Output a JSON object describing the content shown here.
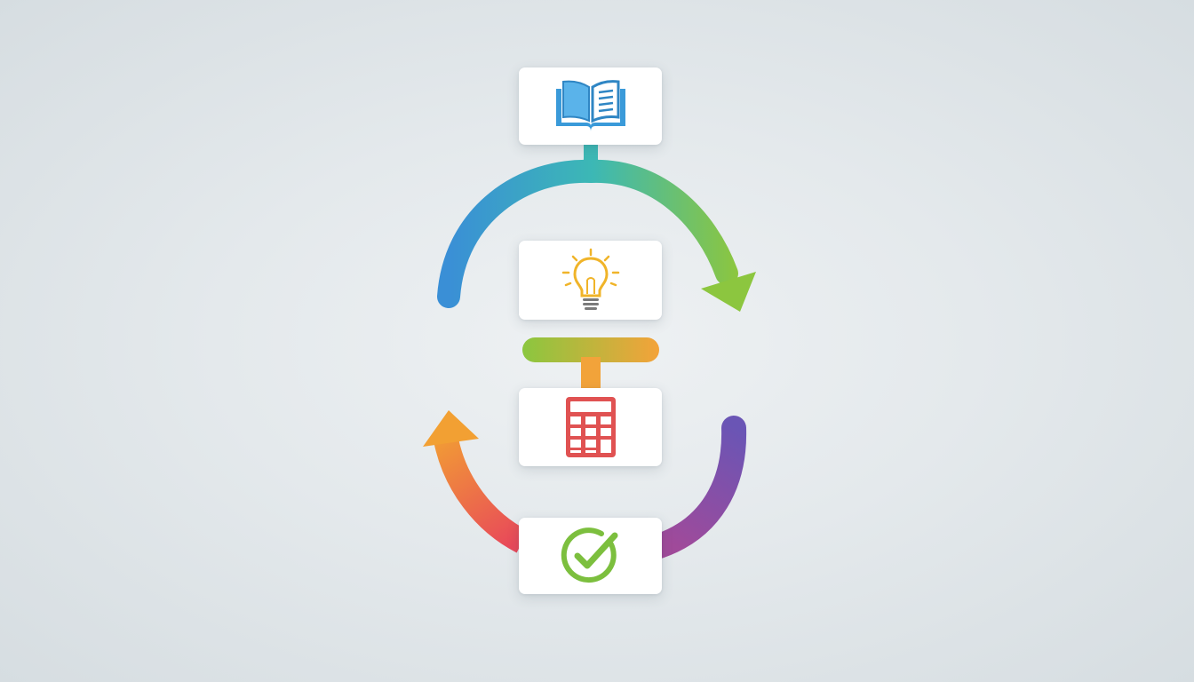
{
  "diagram": {
    "type": "cycle-flow",
    "steps": [
      {
        "id": "read",
        "icon": "open-book-icon",
        "color": "#3a9ad9"
      },
      {
        "id": "idea",
        "icon": "lightbulb-icon",
        "color": "#f0b429"
      },
      {
        "id": "calculate",
        "icon": "calculator-icon",
        "color": "#e05252"
      },
      {
        "id": "verify",
        "icon": "check-circle-icon",
        "color": "#7cbf3e"
      }
    ],
    "connectors": [
      {
        "from": "read",
        "to": "idea",
        "shape": "arc-arrow",
        "colors": [
          "#3a8fd6",
          "#3cb8b5",
          "#8cc63f"
        ]
      },
      {
        "from": "idea",
        "to": "calculate",
        "shape": "t-bar",
        "colors": [
          "#8cc63f",
          "#f2a33a"
        ]
      },
      {
        "from": "calculate",
        "to": "verify",
        "shape": "arc",
        "colors": [
          "#6a55b5",
          "#a04a9a"
        ]
      },
      {
        "from": "verify",
        "to": "read",
        "shape": "arc-arrow",
        "colors": [
          "#e8485a",
          "#f2a033"
        ]
      }
    ]
  }
}
